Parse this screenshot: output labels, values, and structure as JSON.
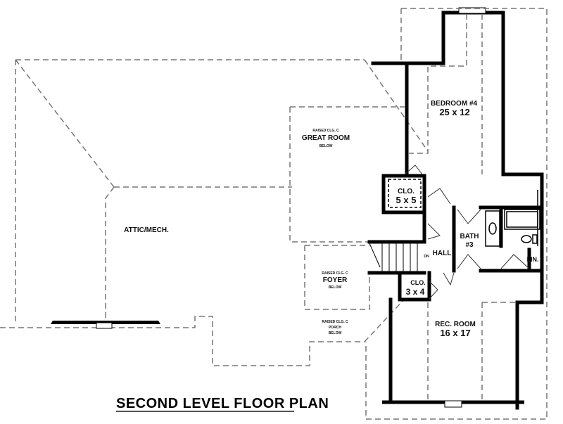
{
  "title": "SECOND LEVEL FLOOR PLAN",
  "rooms": {
    "bedroom4": {
      "name": "BEDROOM #4",
      "size": "25 x 12"
    },
    "closet1": {
      "name": "CLO.",
      "size": "5 x 5"
    },
    "bath3": {
      "name": "BATH",
      "number": "#3"
    },
    "hall": {
      "name": "HALL"
    },
    "linen": {
      "name": "LIN."
    },
    "closet2": {
      "name": "CLO.",
      "size": "3 x 4"
    },
    "rec_room": {
      "name": "REC. ROOM",
      "size": "16 x 17"
    },
    "attic": {
      "name": "ATTIC/MECH."
    },
    "great_room": {
      "top": "RAISED CLG. C",
      "name": "GREAT ROOM",
      "bottom": "BELOW"
    },
    "foyer": {
      "top": "RAISED CLG. C",
      "name": "FOYER",
      "bottom": "BELOW"
    },
    "porch": {
      "top": "RAISED CLG. C",
      "name": "PORCH",
      "bottom": "BELOW"
    }
  },
  "stairs": {
    "direction": "DN"
  }
}
